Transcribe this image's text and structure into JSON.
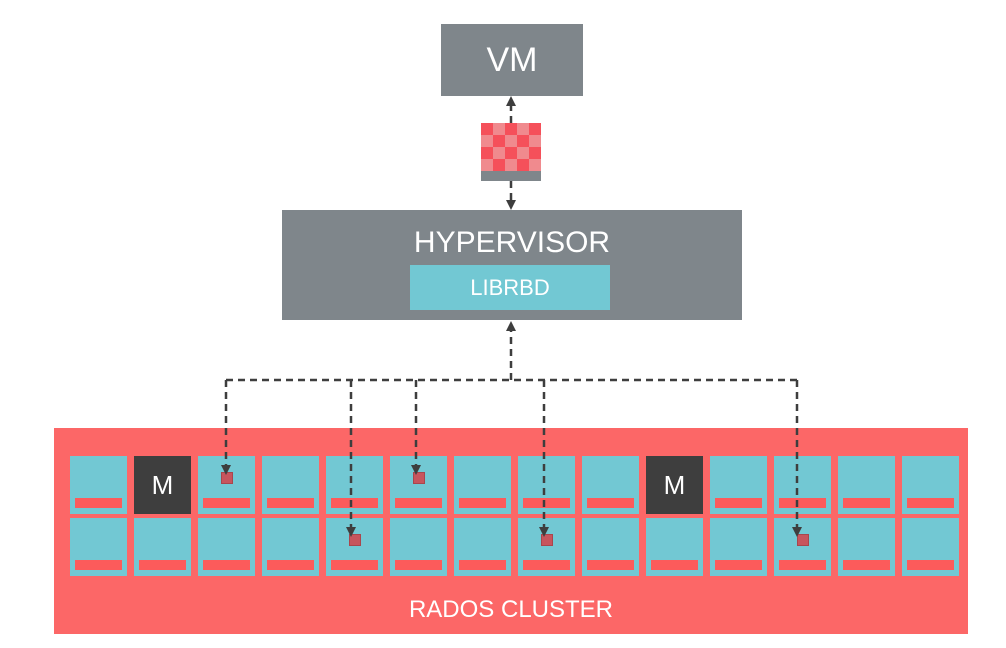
{
  "diagram": {
    "vm_label": "VM",
    "hypervisor_label": "HYPERVISOR",
    "librbd_label": "LIBRBD",
    "cluster_label": "RADOS CLUSTER",
    "monitor_label": "M",
    "colors": {
      "node_gray": "#7f868b",
      "osd_teal": "#72c8d3",
      "cluster_red": "#fc6767",
      "monitor_dark": "#3e3e3e",
      "object_square": "#c7555d",
      "checker_red": "#f5505a",
      "checker_pink": "#f08a8e"
    }
  }
}
